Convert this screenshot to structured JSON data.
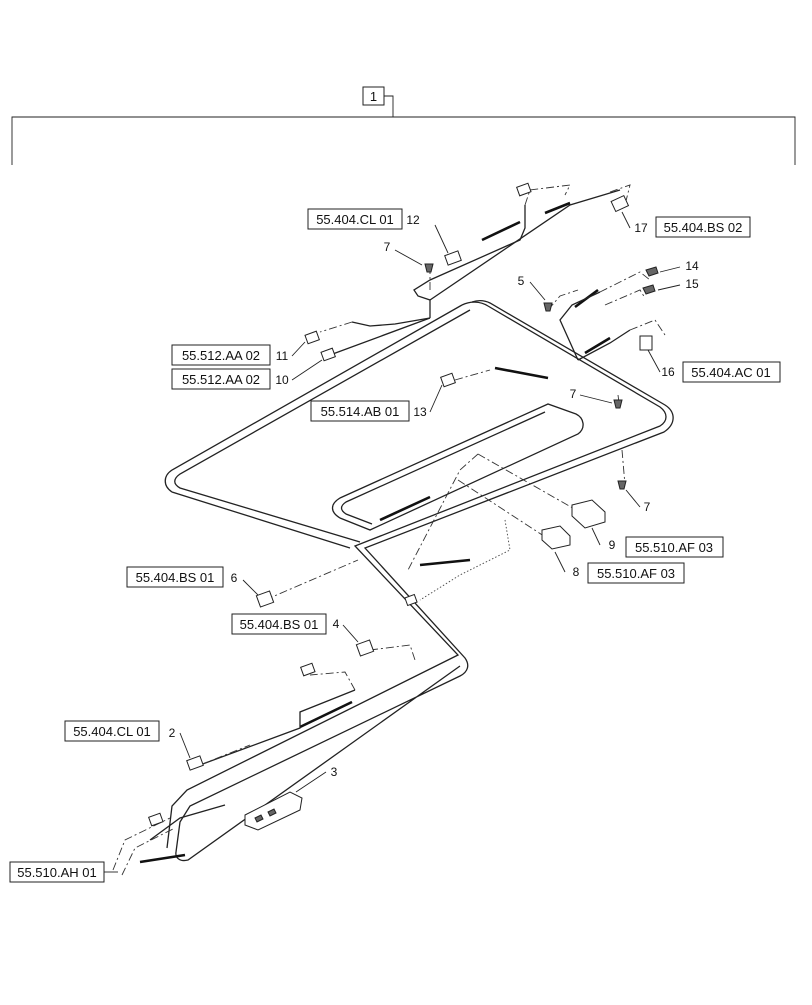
{
  "assembly": {
    "number": "1"
  },
  "callouts": {
    "c2": "2",
    "c3": "3",
    "c4": "4",
    "c5": "5",
    "c6": "6",
    "c7a": "7",
    "c7b": "7",
    "c7c": "7",
    "c8": "8",
    "c9": "9",
    "c10": "10",
    "c11": "11",
    "c12": "12",
    "c13": "13",
    "c14": "14",
    "c15": "15",
    "c16": "16",
    "c17": "17"
  },
  "references": {
    "r12": "55.404.CL 01",
    "r17": "55.404.BS 02",
    "r11": "55.512.AA 02",
    "r10": "55.512.AA 02",
    "r13": "55.514.AB 01",
    "r16": "55.404.AC 01",
    "r9": "55.510.AF 03",
    "r8": "55.510.AF 03",
    "r6": "55.404.BS 01",
    "r4": "55.404.BS 01",
    "r2": "55.404.CL 01",
    "r1": "55.510.AH 01"
  }
}
